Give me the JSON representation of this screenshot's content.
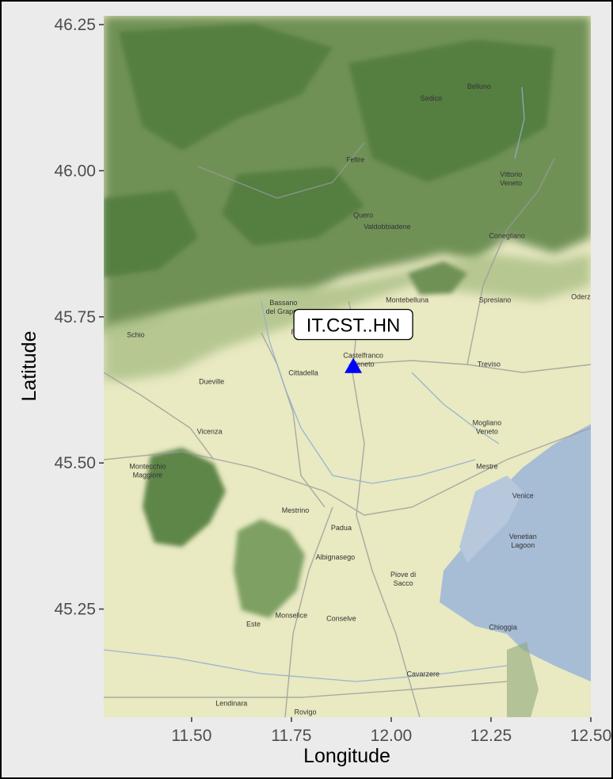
{
  "chart_data": {
    "type": "scatter",
    "xlabel": "Longitude",
    "ylabel": "Latitude",
    "xlim": [
      11.28,
      12.5
    ],
    "ylim": [
      45.065,
      46.265
    ],
    "x_ticks": [
      {
        "value": 11.5,
        "label": "11.50"
      },
      {
        "value": 11.75,
        "label": "11.75"
      },
      {
        "value": 12.0,
        "label": "12.00"
      },
      {
        "value": 12.25,
        "label": "12.25"
      },
      {
        "value": 12.5,
        "label": "12.50"
      }
    ],
    "y_ticks": [
      {
        "value": 45.25,
        "label": "45.25"
      },
      {
        "value": 45.5,
        "label": "45.50"
      },
      {
        "value": 45.75,
        "label": "45.75"
      },
      {
        "value": 46.0,
        "label": "46.00"
      },
      {
        "value": 46.25,
        "label": "46.25"
      }
    ],
    "grid": false,
    "points": [
      {
        "lon": 11.905,
        "lat": 45.665,
        "label": "IT.CST..HN",
        "marker": "triangle",
        "color": "#0000ff"
      }
    ]
  },
  "map": {
    "places": [
      {
        "name": "Belluno",
        "lon": 12.22,
        "lat": 46.14
      },
      {
        "name": "Sedico",
        "lon": 12.1,
        "lat": 46.12
      },
      {
        "name": "Feltre",
        "lon": 11.91,
        "lat": 46.015
      },
      {
        "name": "Vittorio",
        "lon": 12.3,
        "lat": 45.99
      },
      {
        "name": "Veneto",
        "lon": 12.3,
        "lat": 45.975
      },
      {
        "name": "Quero",
        "lon": 11.93,
        "lat": 45.92
      },
      {
        "name": "Valdobbiadene",
        "lon": 11.99,
        "lat": 45.9
      },
      {
        "name": "Conegliano",
        "lon": 12.29,
        "lat": 45.885
      },
      {
        "name": "Montebelluna",
        "lon": 12.04,
        "lat": 45.775
      },
      {
        "name": "Spresiano",
        "lon": 12.26,
        "lat": 45.775
      },
      {
        "name": "Oderzo",
        "lon": 12.48,
        "lat": 45.78
      },
      {
        "name": "Bassano",
        "lon": 11.73,
        "lat": 45.77
      },
      {
        "name": "del Grappa",
        "lon": 11.73,
        "lat": 45.755
      },
      {
        "name": "Rosà",
        "lon": 11.77,
        "lat": 45.72
      },
      {
        "name": "Schio",
        "lon": 11.36,
        "lat": 45.715
      },
      {
        "name": "Castelfranco",
        "lon": 11.93,
        "lat": 45.68
      },
      {
        "name": "Veneto",
        "lon": 11.93,
        "lat": 45.665
      },
      {
        "name": "Cittadella",
        "lon": 11.78,
        "lat": 45.65
      },
      {
        "name": "Treviso",
        "lon": 12.245,
        "lat": 45.665
      },
      {
        "name": "Dueville",
        "lon": 11.55,
        "lat": 45.635
      },
      {
        "name": "Vicenza",
        "lon": 11.545,
        "lat": 45.55
      },
      {
        "name": "Mogliano",
        "lon": 12.24,
        "lat": 45.565
      },
      {
        "name": "Veneto",
        "lon": 12.24,
        "lat": 45.55
      },
      {
        "name": "Montecchio",
        "lon": 11.39,
        "lat": 45.49
      },
      {
        "name": "Maggiore",
        "lon": 11.39,
        "lat": 45.475
      },
      {
        "name": "Mestre",
        "lon": 12.24,
        "lat": 45.49
      },
      {
        "name": "Venice",
        "lon": 12.33,
        "lat": 45.44
      },
      {
        "name": "Mestrino",
        "lon": 11.76,
        "lat": 45.415
      },
      {
        "name": "Padua",
        "lon": 11.875,
        "lat": 45.385
      },
      {
        "name": "Venetian",
        "lon": 12.33,
        "lat": 45.37
      },
      {
        "name": "Lagoon",
        "lon": 12.33,
        "lat": 45.355
      },
      {
        "name": "Albignasego",
        "lon": 11.86,
        "lat": 45.335
      },
      {
        "name": "Piove di",
        "lon": 12.03,
        "lat": 45.305
      },
      {
        "name": "Sacco",
        "lon": 12.03,
        "lat": 45.29
      },
      {
        "name": "Monselice",
        "lon": 11.75,
        "lat": 45.235
      },
      {
        "name": "Conselve",
        "lon": 11.875,
        "lat": 45.23
      },
      {
        "name": "Este",
        "lon": 11.655,
        "lat": 45.22
      },
      {
        "name": "Chioggia",
        "lon": 12.28,
        "lat": 45.215
      },
      {
        "name": "Cavarzere",
        "lon": 12.08,
        "lat": 45.135
      },
      {
        "name": "Lendinara",
        "lon": 11.6,
        "lat": 45.085
      },
      {
        "name": "Rovigo",
        "lon": 11.785,
        "lat": 45.07
      }
    ]
  }
}
